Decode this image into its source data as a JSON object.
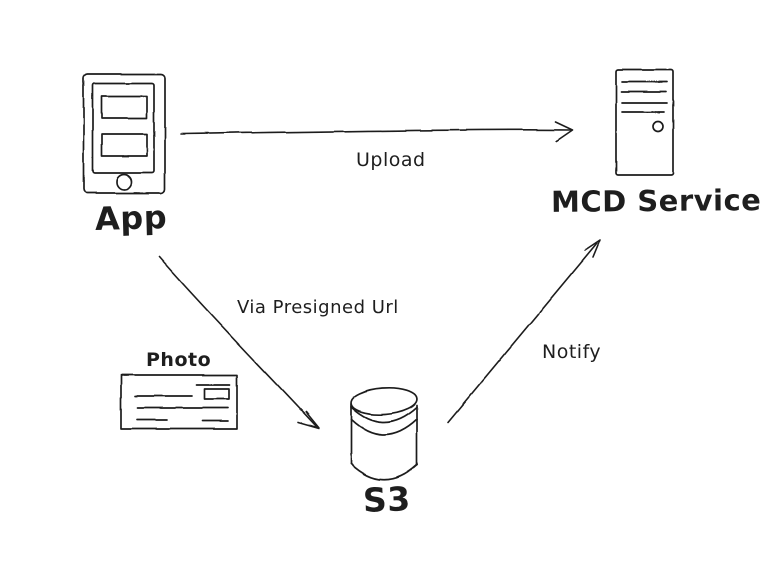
{
  "diagram": {
    "background": "#ffffff",
    "stroke_color": "#1e1e1e",
    "nodes": [
      {
        "id": "app",
        "label": "App",
        "icon": "smartphone-icon"
      },
      {
        "id": "mcd-service",
        "label": "MCD Service",
        "icon": "server-tower-icon"
      },
      {
        "id": "photo",
        "label": "Photo",
        "icon": "photo-card-icon"
      },
      {
        "id": "s3",
        "label": "S3",
        "icon": "database-cylinder-icon"
      }
    ],
    "edges": [
      {
        "from": "App",
        "to": "MCD Service",
        "label": "Upload"
      },
      {
        "from": "App",
        "to": "S3",
        "label": "Via Presigned Url"
      },
      {
        "from": "S3",
        "to": "MCD Service",
        "label": "Notify"
      }
    ]
  }
}
